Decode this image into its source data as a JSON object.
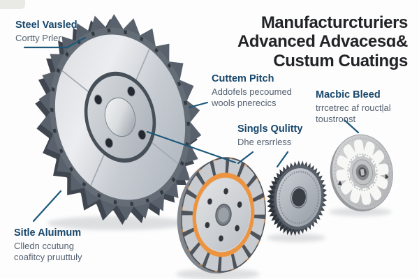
{
  "title": {
    "lines": [
      "Manufacturcturiers",
      "Advanced Advacesɑ&",
      "Custum Cuatings"
    ]
  },
  "labels": {
    "steel": {
      "heading": "Steel Vaısled",
      "lines": [
        "Cortty Prler"
      ]
    },
    "cuttem": {
      "heading": "Cuttem Pitch",
      "lines": [
        "Addofels pecoumed",
        "wools pnerecics"
      ]
    },
    "singls": {
      "heading": "Singls Qulitty",
      "lines": [
        "Dhe ersrrless"
      ]
    },
    "macbic": {
      "heading": "Macbic Bleed",
      "lines": [
        "trrcetrec af rouctļal",
        "toustronst"
      ]
    },
    "sitle": {
      "heading": "Sitle Aluimum",
      "lines": [
        "Clledn ccutung",
        "coafitcy pruuttuly"
      ]
    }
  },
  "illustrations": {
    "large_saw_blade": "tilted circular saw blade, dark slate teeth, silver face, hub with 4 bolt holes and raised center boss",
    "grinding_wheel": "segmented diamond grinding wheel with orange ring and six face holes",
    "gear_disc": "fine-toothed dark gear disc with silver face",
    "slotted_disc": "flat silver disc with twelve white radial slots"
  },
  "colors": {
    "background": "#fdfdfd",
    "title_text": "#212326",
    "label_heading": "#16466b",
    "label_body": "#566373",
    "pointer_line": "#1b587a",
    "blade_teeth": "#59616c",
    "blade_face_silver": "#ccd1d7",
    "wheel_orange_ring": "#ec9440",
    "wheel_copper": "#bf7a40",
    "metal_silver": "#c8cbd0"
  }
}
